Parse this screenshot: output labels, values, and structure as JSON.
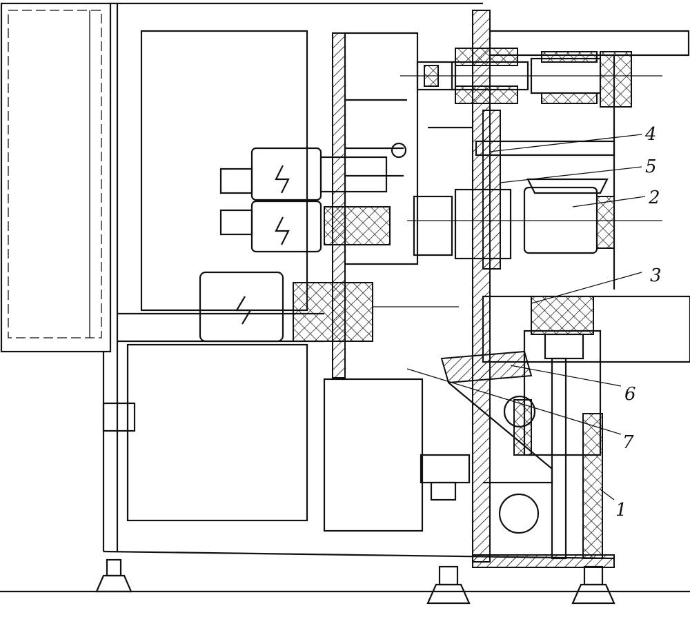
{
  "figure": {
    "labels": [
      {
        "id": "label-4",
        "text": "4"
      },
      {
        "id": "label-5",
        "text": "5"
      },
      {
        "id": "label-2",
        "text": "2"
      },
      {
        "id": "label-3",
        "text": "3"
      },
      {
        "id": "label-6",
        "text": "6"
      },
      {
        "id": "label-7",
        "text": "7"
      },
      {
        "id": "label-1",
        "text": "1"
      }
    ]
  }
}
